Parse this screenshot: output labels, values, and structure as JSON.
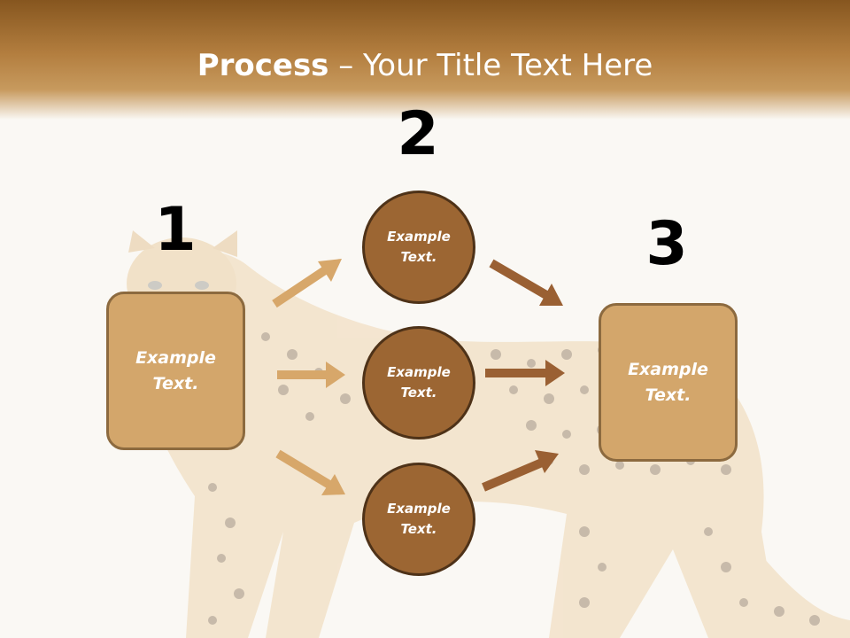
{
  "title": {
    "bold": "Process",
    "rest": " – Your Title Text Here"
  },
  "steps": [
    {
      "number": "1",
      "label": "Example Text."
    },
    {
      "number": "2",
      "labels": [
        "Example Text.",
        "Example Text.",
        "Example Text."
      ]
    },
    {
      "number": "3",
      "label": "Example Text."
    }
  ],
  "colors": {
    "header": "#a8743a",
    "box_fill": "#d3a66b",
    "circle_fill": "#9c6633",
    "arrow_light": "#d7a76a",
    "arrow_dark": "#9a6033"
  },
  "background_image": "cheetah-photo"
}
